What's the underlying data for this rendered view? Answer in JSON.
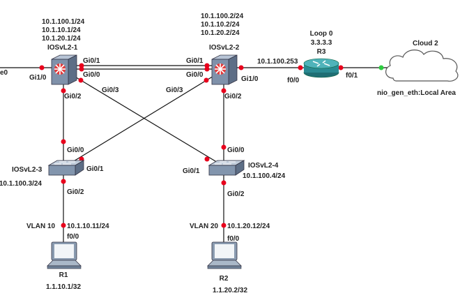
{
  "devices": {
    "sw1": {
      "name": "IOSvL2-1",
      "ips": [
        "10.1.100.1/24",
        "10.1.10.1/24",
        "10.1.20.1/24"
      ]
    },
    "sw2": {
      "name": "IOSvL2-2",
      "ips": [
        "10.1.100.2/24",
        "10.1.10.2/24",
        "10.1.20.2/24"
      ]
    },
    "sw3": {
      "name": "IOSvL2-3",
      "ip": "10.1.100.3/24"
    },
    "sw4": {
      "name": "IOSvL2-4",
      "ip": "10.1.100.4/24"
    },
    "r3": {
      "name": "R3",
      "loopback": "Loop 0",
      "loopback_ip": "3.3.3.3",
      "ip": "10.1.100.253"
    },
    "cloud": {
      "name": "Cloud 2",
      "iface": "nio_gen_eth:Local Area"
    },
    "r1": {
      "name": "R1",
      "vlan": "VLAN 10",
      "ip": "10.1.10.11/24",
      "address": "1.1.10.1/32"
    },
    "r2": {
      "name": "R2",
      "vlan": "VLAN 20",
      "ip": "10.1.20.12/24",
      "address": "1.1.20.2/32"
    }
  },
  "ports": {
    "left_edge": "e0",
    "sw1_gi1_0": "Gi1/0",
    "sw1_gi0_1": "Gi0/1",
    "sw1_gi0_0": "Gi0/0",
    "sw1_gi0_2": "Gi0/2",
    "sw1_gi0_3": "Gi0/3",
    "sw2_gi0_1": "Gi0/1",
    "sw2_gi0_0": "Gi0/0",
    "sw2_gi0_3": "Gi0/3",
    "sw2_gi1_0": "Gi1/0",
    "sw2_gi0_2": "Gi0/2",
    "r3_f0_0": "f0/0",
    "r3_f0_1": "f0/1",
    "sw3_gi0_0": "Gi0/0",
    "sw3_gi0_1": "Gi0/1",
    "sw3_gi0_2": "Gi0/2",
    "sw4_gi0_0": "Gi0/0",
    "sw4_gi0_1": "Gi0/1",
    "sw4_gi0_2": "Gi0/2",
    "r1_f0_0": "f0/0",
    "r2_f0_0": "f0/0"
  }
}
